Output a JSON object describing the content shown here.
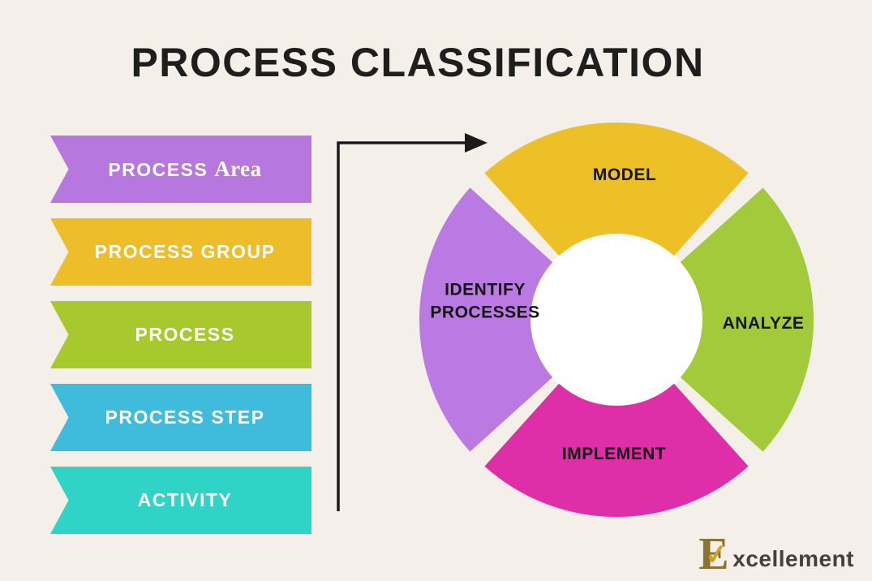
{
  "page": {
    "title": "PROCESS CLASSIFICATION",
    "background": "#f4efe9"
  },
  "hierarchy": {
    "items": [
      {
        "label": "PROCESS",
        "label_serif": "Area",
        "color": "#b678de"
      },
      {
        "label": "PROCESS GROUP",
        "color": "#edbe2a"
      },
      {
        "label": "PROCESS",
        "color": "#a8c92e"
      },
      {
        "label": "PROCESS STEP",
        "color": "#3fbcdc"
      },
      {
        "label": "ACTIVITY",
        "color": "#2fd4c6"
      }
    ]
  },
  "chart_data": {
    "type": "pie",
    "style": "donut",
    "order": "clockwise-from-top",
    "segments": [
      {
        "label": "MODEL",
        "value": 25,
        "color": "#eec027"
      },
      {
        "label": "ANALYZE",
        "value": 25,
        "color": "#a2ca3a"
      },
      {
        "label": "IMPLEMENT",
        "value": 25,
        "color": "#de2fa8"
      },
      {
        "label": "IDENTIFY PROCESSES",
        "value": 25,
        "color": "#bb7ae3"
      }
    ],
    "hole_color": "#ffffff",
    "legend": "labels-on-slices"
  },
  "arrow": {
    "color": "#1a1a1a",
    "description": "arrow from hierarchy list to cycle"
  },
  "logo": {
    "initial": "E",
    "check_glyph": "✓",
    "rest": "xcellement",
    "initial_color": "#8a7430",
    "accent_color": "#c9a227",
    "text_color": "#474038"
  }
}
